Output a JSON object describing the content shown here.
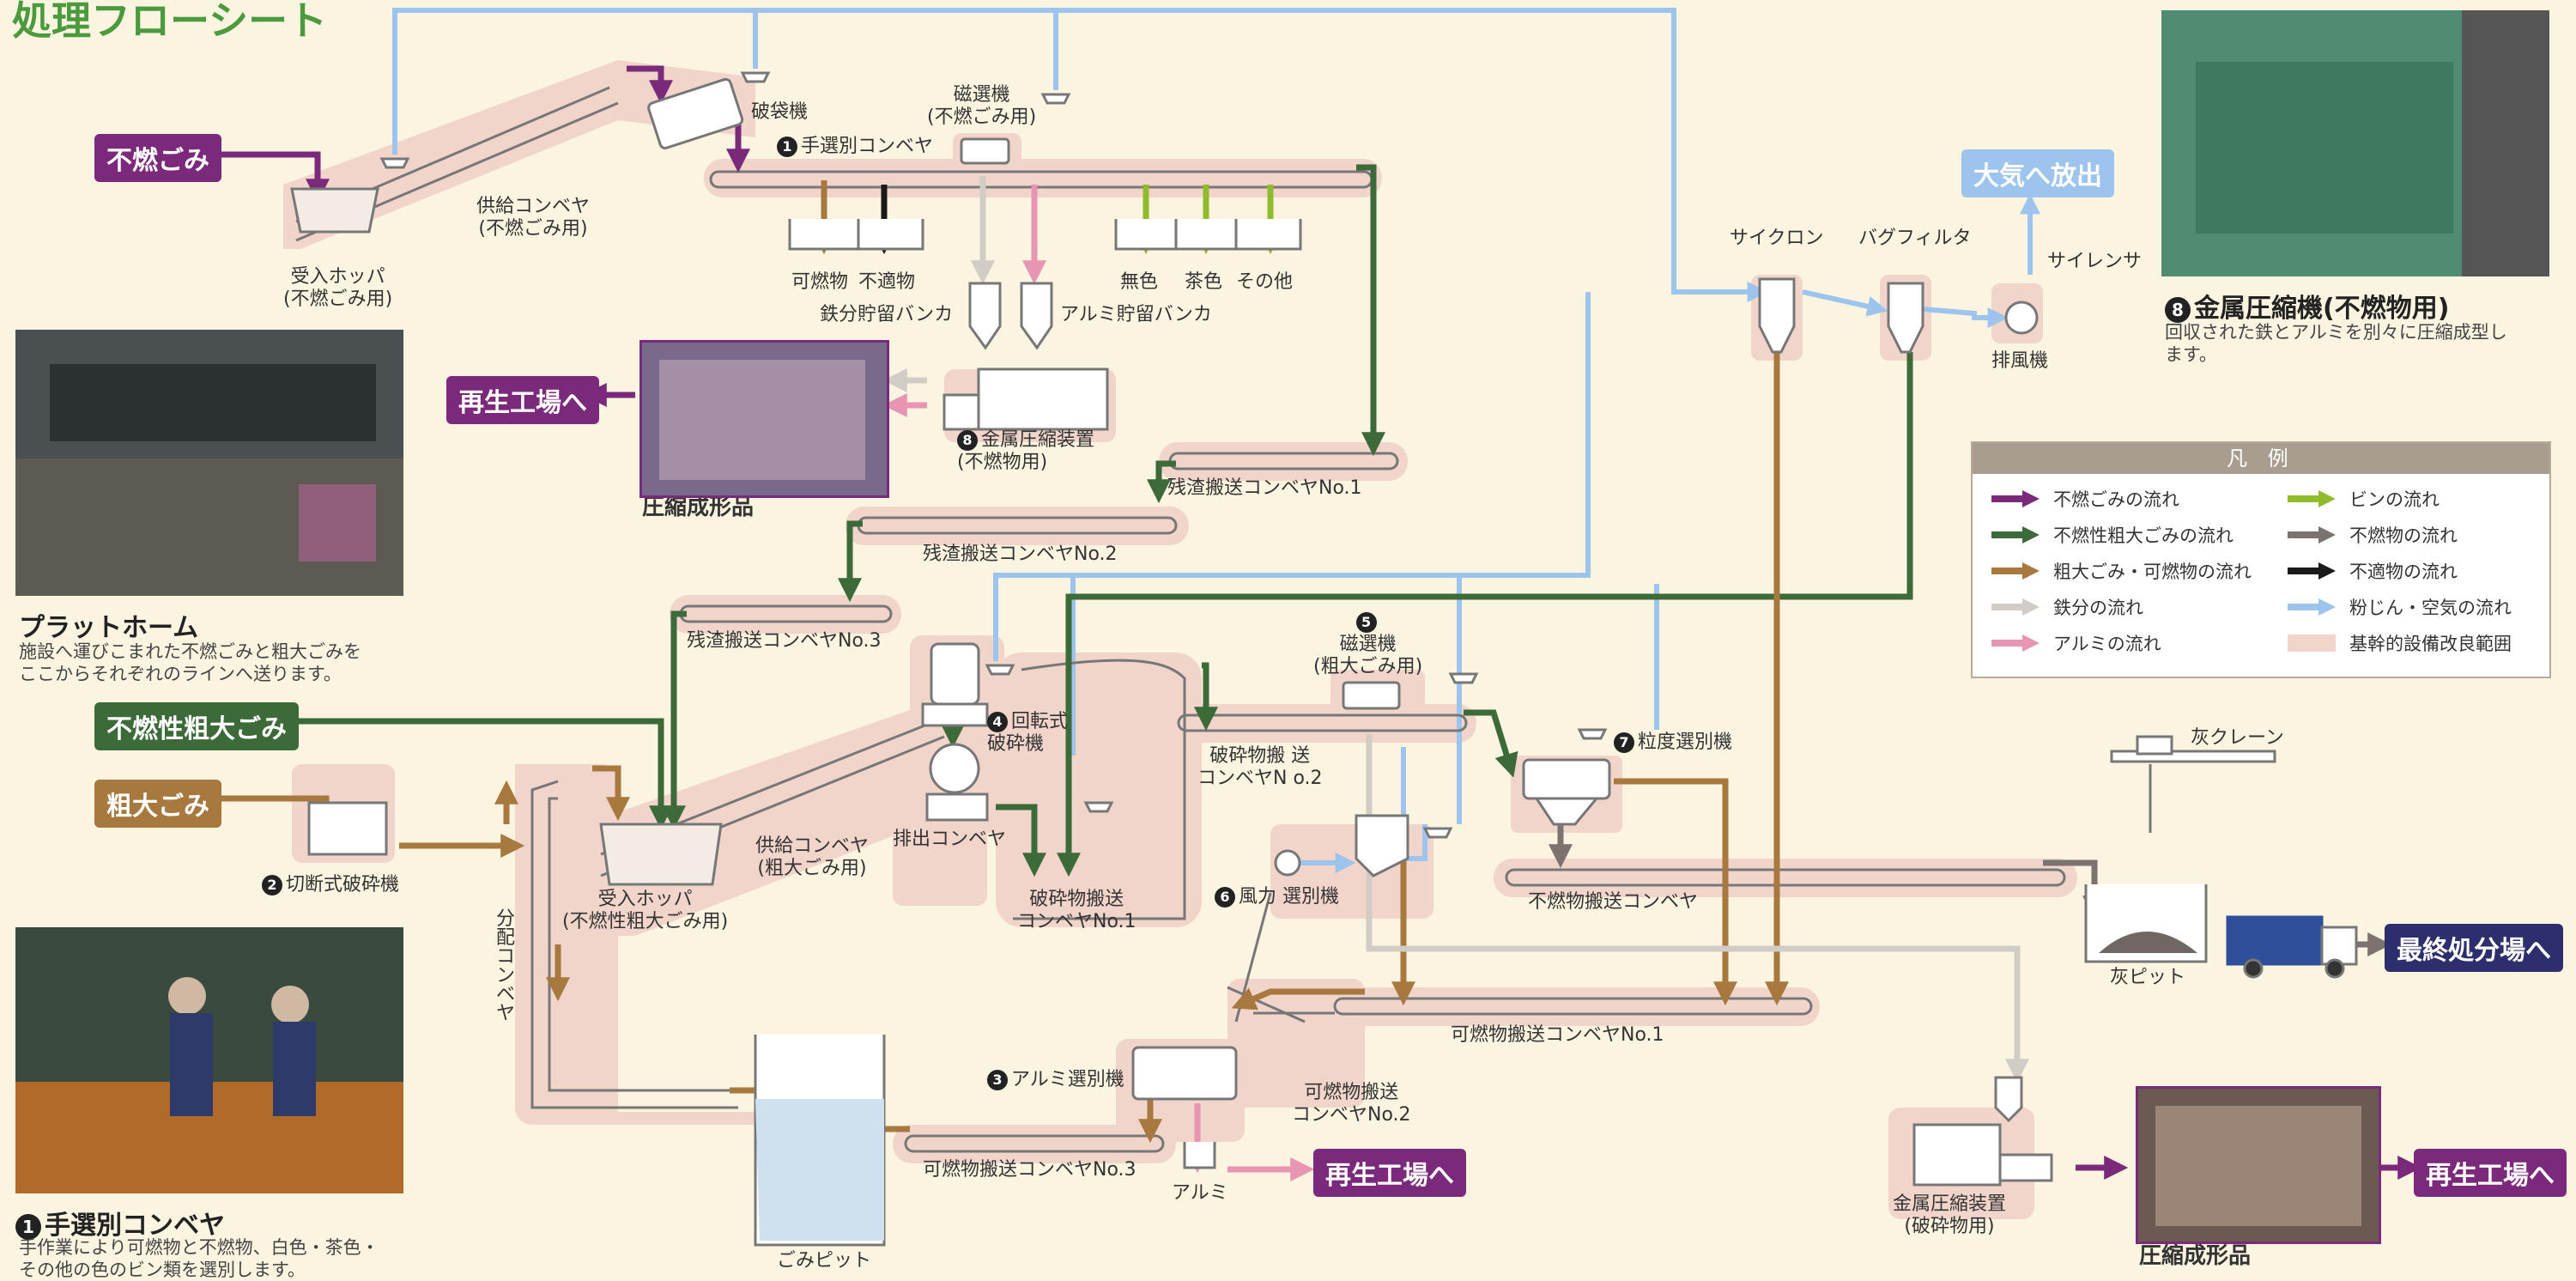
{
  "title": "処理フローシート",
  "colors": {
    "background": "#fbf4e0",
    "incombustible": "#7b2a7b",
    "bulky_incombustible": "#3c6a38",
    "bulky_combustible": "#a8793e",
    "iron": "#d2ccc6",
    "aluminum": "#e895b4",
    "bottle": "#8fbb2c",
    "unsuitable": "#1a1a1a",
    "nonburnable": "#7a7370",
    "dust_air": "#9cc4ec",
    "improvement_range": "#f1d4ca",
    "final_disposal": "#2c2f6b"
  },
  "inputs": {
    "incombustible": "不燃ごみ",
    "bulky_incombustible": "不燃性粗大ごみ",
    "bulky": "粗大ごみ"
  },
  "outputs": {
    "recycle_top": "再生工場へ",
    "recycle_mid": "再生工場へ",
    "recycle_right": "再生工場へ",
    "final": "最終処分場へ",
    "atmosphere": "大気へ放出"
  },
  "labels": {
    "hopper_top": "受入ホッパ\n(不燃ごみ用)",
    "supply_conv_top": "供給コンベヤ\n(不燃ごみ用)",
    "bag_breaker": "破袋機",
    "hand_sort": "手選別コンベヤ",
    "magnet_top": "磁選機\n(不燃ごみ用)",
    "combustible": "可燃物",
    "unsuitable": "不適物",
    "colorless": "無色",
    "brown": "茶色",
    "other": "その他",
    "iron_bunker": "鉄分貯留バンカ",
    "alu_bunker": "アルミ貯留バンカ",
    "press_incomb": "金属圧縮装置\n(不燃物用)",
    "compressed_top": "圧縮成形品",
    "residue1": "残渣搬送コンベヤNo.1",
    "residue2": "残渣搬送コンベヤNo.2",
    "residue3": "残渣搬送コンベヤNo.3",
    "rotary": "回転式\n破砕機",
    "discharge": "排出コンベヤ",
    "hopper_bulky": "受入ホッパ\n(不燃性粗大ごみ用)",
    "supply_bulky": "供給コンベヤ\n(粗大ごみ用)",
    "cutting": "切断式破砕機",
    "distribution": "分\n配\nコ\nン\nベ\nヤ",
    "crushed1": "破砕物搬送\nコンベヤNo.1",
    "crushed2": "破砕物搬 送\nコンベヤN o.2",
    "magnet_bulky": "磁選機\n(粗大ごみ用)",
    "wind": "風力 選別機",
    "grain": "粒度選別機",
    "nonburn_conv": "不燃物搬送コンベヤ",
    "comb1": "可燃物搬送コンベヤNo.1",
    "comb2": "可燃物搬送\nコンベヤNo.2",
    "comb3": "可燃物搬送コンベヤNo.3",
    "alu_sort": "アルミ選別機",
    "alu": "アルミ",
    "pit": "ごみピット",
    "cyclone": "サイクロン",
    "bagfilter": "バグフィルタ",
    "silencer": "サイレンサ",
    "fan": "排風機",
    "ash_crane": "灰クレーン",
    "ash_pit": "灰ピット",
    "press_crushed": "金属圧縮装置\n(破砕物用)",
    "compressed_bottom": "圧縮成形品",
    "num1": "1",
    "num2": "2",
    "num3": "3",
    "num4": "4",
    "num5": "5",
    "num6": "6",
    "num7": "7",
    "num8": "8"
  },
  "photos": {
    "platform": {
      "title": "プラットホーム",
      "text": "施設へ運びこまれた不燃ごみと粗大ごみを\nここからそれぞれのラインへ送ります。"
    },
    "hand_sort": {
      "title": "手選別コンベヤ",
      "text": "手作業により可燃物と不燃物、白色・茶色・\nその他の色のビン類を選別します。"
    },
    "press": {
      "title": "金属圧縮機(不燃物用)",
      "text": "回収された鉄とアルミを別々に圧縮成型し\nます。"
    }
  },
  "legend": {
    "header": "凡 例",
    "items": [
      {
        "label": "不燃ごみの流れ",
        "color": "#7b2a7b"
      },
      {
        "label": "不燃性粗大ごみの流れ",
        "color": "#3c6a38"
      },
      {
        "label": "粗大ごみ・可燃物の流れ",
        "color": "#a8793e"
      },
      {
        "label": "鉄分の流れ",
        "color": "#d2ccc6"
      },
      {
        "label": "アルミの流れ",
        "color": "#e895b4"
      },
      {
        "label": "ビンの流れ",
        "color": "#8fbb2c"
      },
      {
        "label": "不燃物の流れ",
        "color": "#7a7370"
      },
      {
        "label": "不適物の流れ",
        "color": "#1a1a1a"
      },
      {
        "label": "粉じん・空気の流れ",
        "color": "#9cc4ec"
      },
      {
        "label": "基幹的設備改良範囲",
        "color": "#f1d4ca"
      }
    ]
  }
}
